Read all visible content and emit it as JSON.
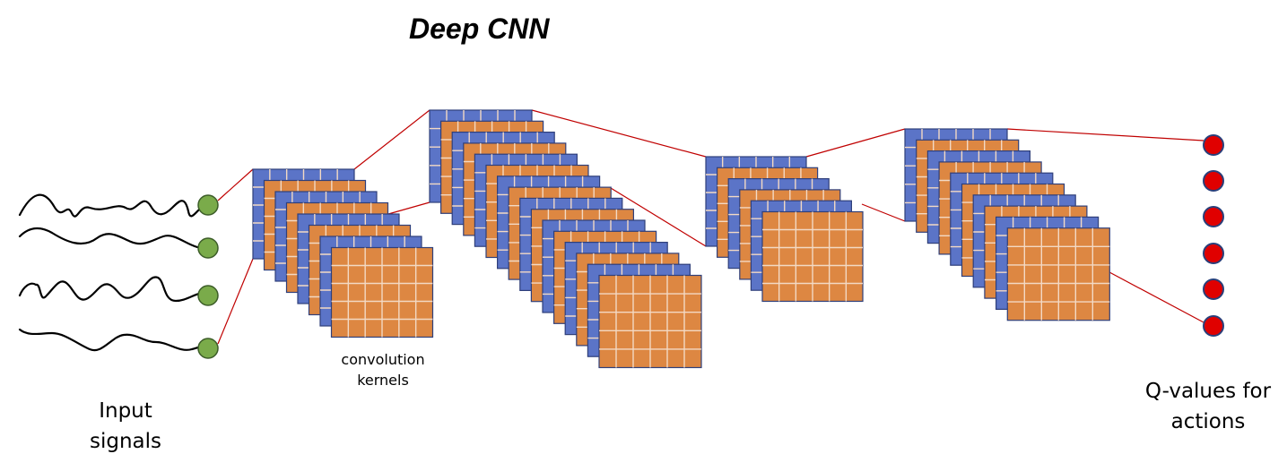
{
  "title": "Deep CNN",
  "input_label": "Input\nsignals",
  "kernels_label": "convolution\nkernels",
  "output_label": "Q-values for\nactions",
  "colors": {
    "input_node": "#7aab4a",
    "output_node": "#e00000",
    "blue_map": "#5b74c7",
    "orange_map": "#dd8742",
    "connector": "#c00000",
    "grid_line": "#f3d9c4"
  },
  "icons": {
    "input_node": "green-circle",
    "output_node": "red-circle",
    "signal": "wavy-line"
  },
  "layers": [
    {
      "maps": 8
    },
    {
      "maps": 16
    },
    {
      "maps": 6
    },
    {
      "maps": 10
    }
  ],
  "input_signals": 4,
  "output_nodes": 6
}
